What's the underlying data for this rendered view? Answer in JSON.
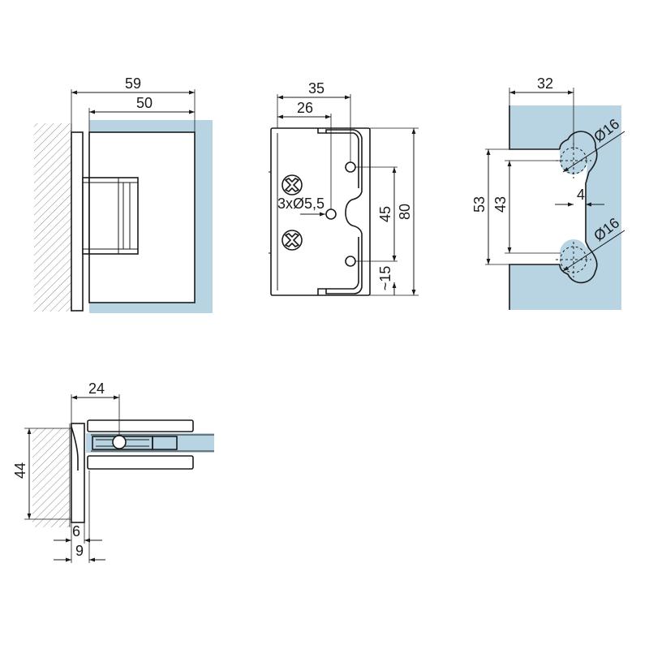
{
  "colors": {
    "glass": "#b8d4e3",
    "line": "#1a1a1a",
    "wall_hatch": "#888888",
    "background": "#ffffff"
  },
  "front_view": {
    "dim_overall_width": "59",
    "dim_glass_plate_width": "50"
  },
  "side_view": {
    "dim_width_35": "35",
    "dim_width_26": "26",
    "dim_holes": "3xØ5,5",
    "dim_hole_spacing": "45",
    "dim_height": "80",
    "dim_edge_offset": "~15"
  },
  "glass_cutout_view": {
    "dim_offset": "32",
    "dim_diameter_top": "Ø16",
    "dim_diameter_bottom": "Ø16",
    "dim_outer": "53",
    "dim_inner": "43",
    "dim_gap": "4"
  },
  "top_view": {
    "dim_depth": "24",
    "dim_height": "44",
    "dim_thickness_6": "6",
    "dim_thickness_9": "9"
  }
}
